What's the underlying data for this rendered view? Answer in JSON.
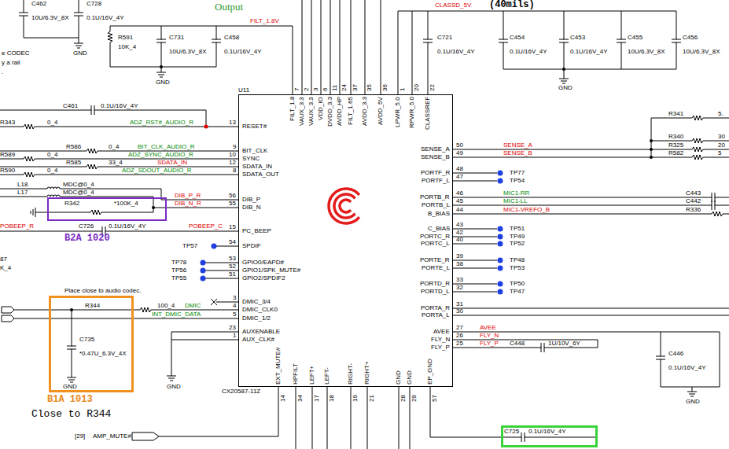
{
  "diagram": {
    "nodes": [
      {
        "text": [
          "U11",
          "CX20587-11Z"
        ]
      },
      {
        "text": [
          "R342",
          "*100K_4",
          "B2A 1020"
        ]
      },
      {
        "text": [
          "R344",
          "C735",
          "*0.47U_6.3V_4X",
          "GND",
          "B1A 1013"
        ]
      },
      {
        "text": [
          "C725",
          "0.1U/16V_4Y"
        ]
      }
    ],
    "edges": [
      {
        "from": 1,
        "to": 0,
        "arrow": "none"
      },
      {
        "from": 2,
        "to": 0,
        "arrow": "none"
      },
      {
        "from": 0,
        "to": 3,
        "arrow": "none"
      }
    ],
    "labels": [
      "C462",
      "C728",
      "10U/6.3V_8X",
      "0.1U/16V_4Y",
      "GND",
      "e CODEC",
      "y a rail",
      ".",
      "Output",
      "FILT_1.8V",
      "R591",
      "10K_4",
      "C731",
      "10U/6.3V_8X",
      "C458",
      "0.1U/16V_4Y",
      "GND",
      "CLASSD_5V",
      "(40mils)",
      "C721",
      "0.1U/16V_4Y",
      "C454",
      "0.1U/16V_4Y",
      "C453",
      "0.1U/16V_4Y",
      "C455",
      "10U/6.3V_8X",
      "C456",
      "10U/6.3V_8X",
      "GND",
      "FILT_1.8",
      "VAUX_3.3",
      "VAUX_3.3",
      "VDD_IO",
      "DVDD_3.3",
      "AVDD_HP",
      "FILT_1.65",
      "AVDD_3.3",
      "AVDD_5V",
      "LPWR_5.0",
      "RPWR_5.0",
      "CLASSREF",
      "7",
      "2",
      "3",
      "6",
      "11",
      "24",
      "37",
      "35",
      "36",
      "1",
      "20",
      "22",
      "RESET#",
      "BIT_CLK",
      "SYNC",
      "SDATA_IN",
      "SDATA_OUT",
      "DIB_P",
      "DIB_N",
      "PC_BEEP",
      "SPDIF",
      "GPIO0/EAPD#",
      "GPIO1/SPK_MUTE#",
      "GPIO2/SPDIF2",
      "DMIC_3/4",
      "DMIC_CLK0",
      "DMIC_1/2",
      "AUXENABLE",
      "AUX_CLK#",
      "13",
      "9",
      "10",
      "12",
      "8",
      "56",
      "55",
      "15",
      "54",
      "53",
      "52",
      "51",
      "3",
      "4",
      "5",
      "23",
      "1",
      "SENSE_A",
      "SENSE_B",
      "PORTF_R",
      "PORTF_L",
      "PORTB_R",
      "PORTB_L",
      "B_BIAS",
      "C_BIAS",
      "PORTC_R",
      "PORTC_L",
      "PORTE_R",
      "PORTE_L",
      "PORTD_R",
      "PORTD_L",
      "PORTA_R",
      "PORTA_L",
      "AVEE",
      "FLY_N",
      "FLY_P",
      "50",
      "49",
      "48",
      "47",
      "46",
      "45",
      "44",
      "43",
      "42",
      "40",
      "39",
      "38",
      "33",
      "32",
      "31",
      "30",
      "27",
      "26",
      "25",
      "EXT_MUTE#",
      "HPFILT",
      "LEFT+",
      "LEFT-",
      "RIGHT-",
      "RIGHT+",
      "GND",
      "GND",
      "EP_GND",
      "14",
      "34",
      "17",
      "18",
      "19",
      "21",
      "28",
      "29",
      "57",
      "C461",
      "0.1U/16V_4Y",
      "R343",
      "0_4",
      "ADZ_RST#_AUDIO_R",
      "R586",
      "0_4",
      "BIT_CLK_AUDIO_R",
      "R589",
      "0_4",
      "ADZ_SYNC_AUDIO_R",
      "R585",
      "33_4",
      "SDATA_IN",
      "R590",
      "0_4",
      "ADZ_SDOUT_AUDIO_R",
      "L18",
      "MDC@0_4",
      "L17",
      "MDC@0_4",
      "DIB_P_R",
      "DIB_N_R",
      "POBEEP_R",
      "C726",
      "0.1U/16V_4Y",
      "POBEEP_C",
      "87",
      "K_4",
      "TP57",
      "TP78",
      "TP56",
      "TP55",
      "Place close to audio codec.",
      "100_4",
      "DMIC",
      "INT_DMIC_DATA",
      "Close to R344",
      "GND",
      "[29]",
      "AMP_MUTE#",
      "R341",
      "5.",
      "R340",
      "30",
      "R325",
      "20",
      "R582",
      "5",
      "SENSE_A",
      "SENSE_B",
      "TP77",
      "TP54",
      "MIC1-RR",
      "MIC1-LL",
      "MIC1-VREFO_B",
      "C443",
      "C442",
      "R336",
      "TP51",
      "TP49",
      "TP52",
      "TP48",
      "TP53",
      "TP50",
      "TP47",
      "AVEE",
      "FLY_N",
      "FLY_P",
      "C448",
      "1U/10V_6Y",
      "C446",
      "0.1U/16V_4Y",
      "GND"
    ]
  }
}
